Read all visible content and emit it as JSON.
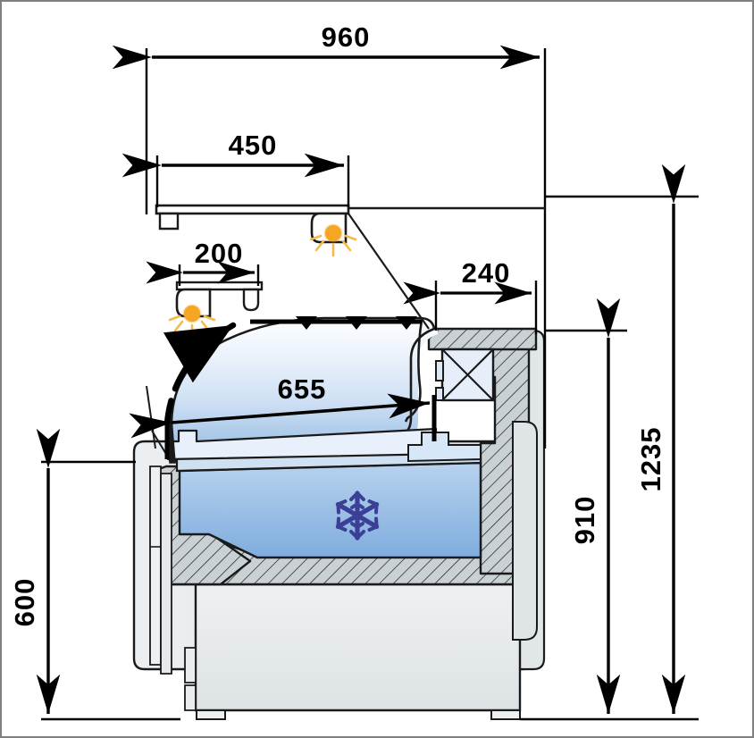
{
  "drawing": {
    "type": "technical-section-drawing",
    "subject": "refrigerated-serve-over-display-counter",
    "view": "cross-section-side-elevation",
    "units": "mm",
    "frame_color": "#808080",
    "background": "#ffffff"
  },
  "dimensions": {
    "overall_width": "960",
    "canopy_depth": "450",
    "lamp_spacing": "200",
    "rear_module_width": "240",
    "glass_length": "655",
    "overall_height": "1235",
    "worktop_height": "910",
    "base_height": "600"
  },
  "dimension_list": [
    {
      "id": "width-960",
      "label": "960",
      "orient": "horizontal",
      "position": "top"
    },
    {
      "id": "depth-450",
      "label": "450",
      "orient": "horizontal",
      "position": "upper-left"
    },
    {
      "id": "lamp-200",
      "label": "200",
      "orient": "horizontal",
      "position": "mid-left"
    },
    {
      "id": "rear-240",
      "label": "240",
      "orient": "horizontal",
      "position": "mid-right"
    },
    {
      "id": "glass-655",
      "label": "655",
      "orient": "diagonal",
      "position": "glass-panel"
    },
    {
      "id": "height-1235",
      "label": "1235",
      "orient": "vertical",
      "position": "far-right"
    },
    {
      "id": "height-910",
      "label": "910",
      "orient": "vertical",
      "position": "right"
    },
    {
      "id": "height-600",
      "label": "600",
      "orient": "vertical",
      "position": "far-left"
    }
  ],
  "symbols": {
    "snowflake": {
      "name": "snowflake-icon",
      "color": "#3b3f95",
      "meaning": "refrigerated-compartment"
    },
    "lamp_glow": {
      "name": "lamp-glow-icon",
      "color": "#f5a623",
      "count": 2,
      "meaning": "illumination-light"
    }
  },
  "colors": {
    "glass_top": "#fdfeff",
    "glass_mid": "#dce9f8",
    "glass_bottom": "#8ab4e0",
    "body_light": "#e4e8ea",
    "body_mid": "#d3d9dc",
    "hatch_fill": "#c8d0d2",
    "outline": "#1a1a1a",
    "dim_line": "#000000",
    "lamp": "#f5a623",
    "snow": "#3b3f95"
  }
}
